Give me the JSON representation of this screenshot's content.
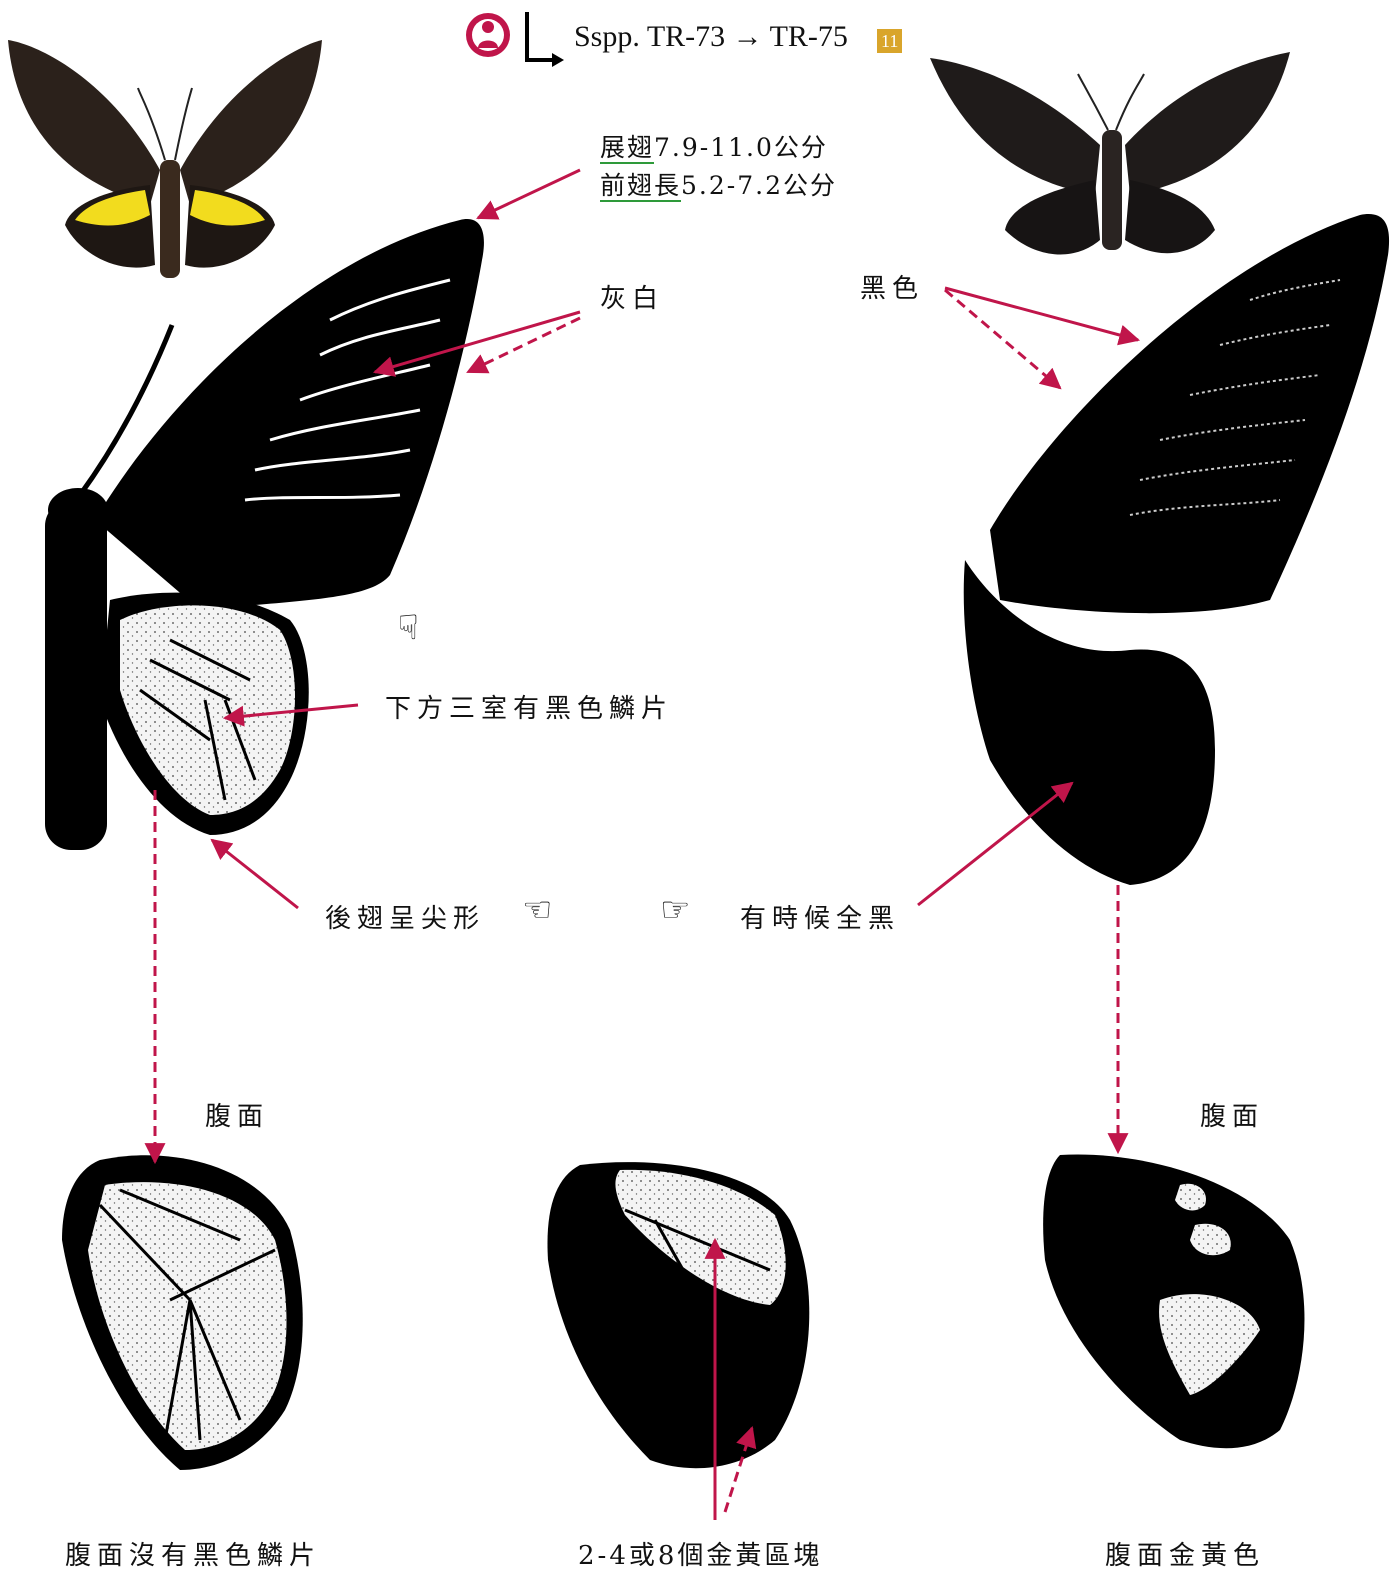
{
  "header": {
    "subspecies_ref": "Sspp. TR-73 → TR-75",
    "page_badge": "11",
    "profile_icon": "person-circle-icon",
    "corner_arrow_icon": "corner-down-right-arrow-icon"
  },
  "labels": {
    "wingspan_title": "展翅",
    "wingspan_value": "7.9-11.0公分",
    "forewing_title": "前翅長",
    "forewing_value": "5.2-7.2公分",
    "grey_white": "灰白",
    "black": "黑色",
    "lower_three_cells": "下方三室有黑色鱗片",
    "hindwing_pointed": "後翅呈尖形",
    "sometimes_all_black": "有時候全黑",
    "ventral_left": "腹面",
    "ventral_right": "腹面",
    "caption_left": "腹面沒有黑色鱗片",
    "caption_center": "2-4或8個金黃區塊",
    "caption_right": "腹面金黃色"
  },
  "icons": {
    "pointing_down": "pointing-hand-down-icon",
    "pointing_left": "pointing-hand-left-icon",
    "pointing_right": "pointing-hand-right-icon"
  },
  "colors": {
    "arrow": "#c0154a",
    "underline": "#2e9a3a",
    "badge": "#d9a52b",
    "butterfly_yellow": "#f2dc1e",
    "butterfly_body": "#2b211b"
  }
}
